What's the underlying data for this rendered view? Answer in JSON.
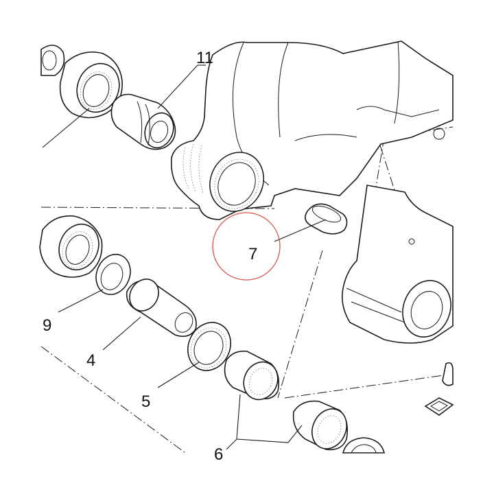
{
  "diagram": {
    "callouts": [
      {
        "id": "callout-11",
        "text": "11"
      },
      {
        "id": "callout-7",
        "text": "7"
      },
      {
        "id": "callout-9",
        "text": "9"
      },
      {
        "id": "callout-4",
        "text": "4"
      },
      {
        "id": "callout-5",
        "text": "5"
      },
      {
        "id": "callout-6",
        "text": "6"
      }
    ],
    "highlight_color": "#d9534f",
    "line_color": "#1a1a1a"
  }
}
